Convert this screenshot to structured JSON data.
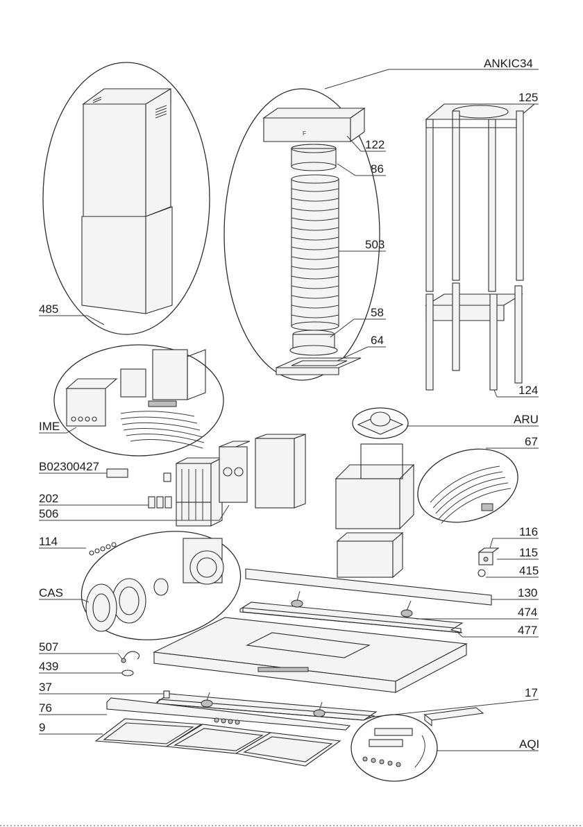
{
  "diagram": {
    "labels": {
      "ankic34": "ANKIC34",
      "p125": "125",
      "p122": "122",
      "p86": "86",
      "p503": "503",
      "p485": "485",
      "p58": "58",
      "p64": "64",
      "p124": "124",
      "ime": "IME",
      "aru": "ARU",
      "p67": "67",
      "b02300427": "B02300427",
      "p202": "202",
      "p506": "506",
      "p114": "114",
      "p116": "116",
      "p115": "115",
      "p415": "415",
      "cas": "CAS",
      "p130": "130",
      "p474": "474",
      "p477": "477",
      "p507": "507",
      "p439": "439",
      "p37": "37",
      "p17": "17",
      "p76": "76",
      "p9": "9",
      "aqi": "AQI"
    }
  }
}
